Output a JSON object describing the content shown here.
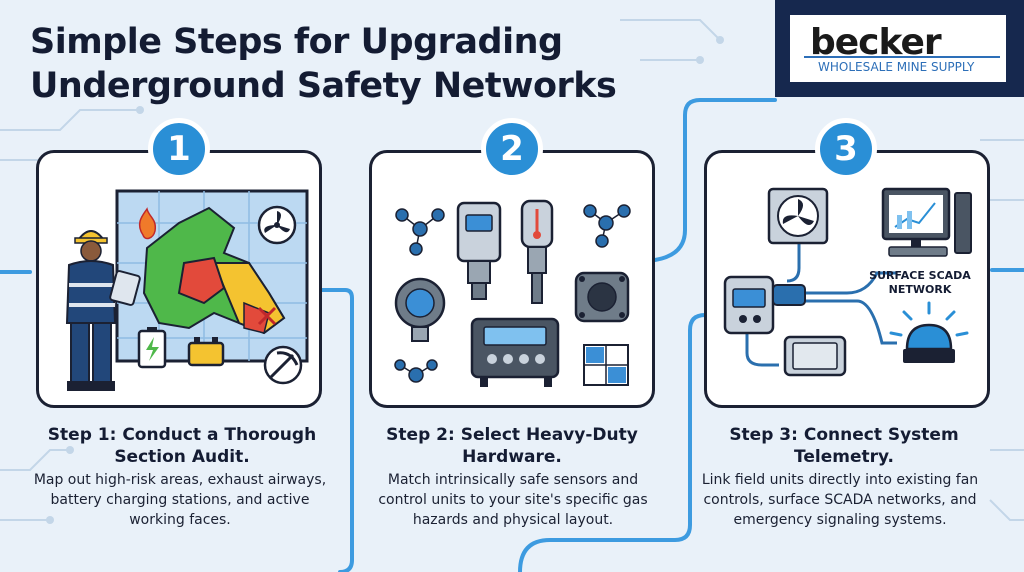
{
  "title": "Simple Steps for Upgrading Underground Safety Networks",
  "logo": {
    "name": "becker",
    "tagline": "WHOLESALE MINE SUPPLY"
  },
  "steps": [
    {
      "number": "1",
      "title": "Step 1: Conduct a Thorough Section Audit.",
      "description": "Map out high-risk areas, exhaust airways, battery charging stations, and active working faces."
    },
    {
      "number": "2",
      "title": "Step 2: Select Heavy-Duty Hardware.",
      "description": "Match intrinsically safe sensors and control units to your site's specific gas hazards and physical layout."
    },
    {
      "number": "3",
      "title": "Step 3: Connect System Telemetry.",
      "description": "Link field units directly into existing fan controls, surface SCADA networks, and emergency signaling systems."
    }
  ],
  "illustration3": {
    "scada_label": "SURFACE SCADA NETWORK"
  },
  "colors": {
    "accent": "#2a8fd6",
    "dark": "#141c33",
    "background": "#e9f1f9",
    "navy": "#16284e"
  }
}
